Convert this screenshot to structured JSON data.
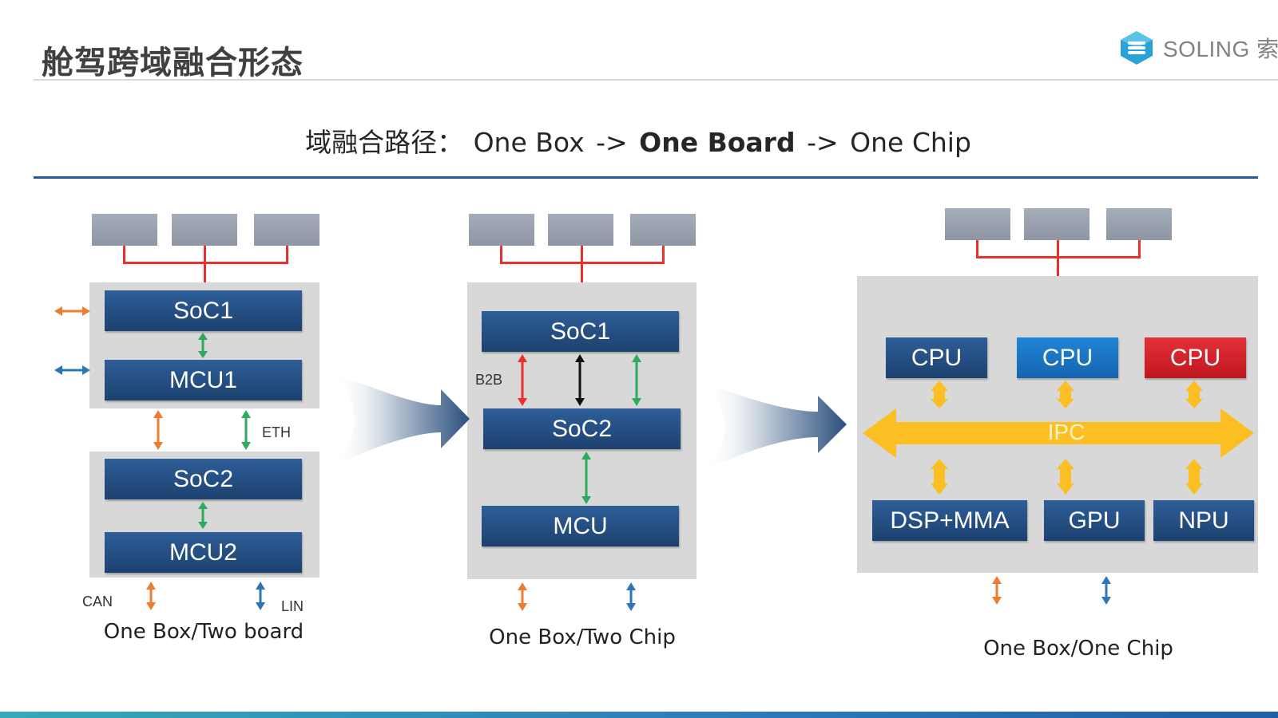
{
  "header": {
    "title": "舱驾跨域融合形态",
    "logo_text": "SOLING 索"
  },
  "subtitle": {
    "prefix": "域融合路径：",
    "step1": "One Box",
    "sep1": "->",
    "step2": "One Board",
    "sep2": "->",
    "step3": "One Chip"
  },
  "panel_a": {
    "chips": [
      "SoC1",
      "MCU1",
      "SoC2",
      "MCU2"
    ],
    "labels": {
      "eth": "ETH",
      "can": "CAN",
      "lin": "LIN"
    },
    "caption": "One Box/Two board"
  },
  "panel_b": {
    "chips": [
      "SoC1",
      "SoC2",
      "MCU"
    ],
    "labels": {
      "b2b": "B2B"
    },
    "caption": "One Box/Two Chip"
  },
  "panel_c": {
    "cpus": [
      "CPU",
      "CPU",
      "CPU"
    ],
    "bus": "IPC",
    "units": [
      "DSP+MMA",
      "GPU",
      "NPU"
    ],
    "caption": "One Box/One Chip"
  },
  "colors": {
    "chip_navy": "#234d82",
    "chip_blue": "#1a74c6",
    "chip_red": "#d42029",
    "wire_red": "#e8302d",
    "ipc_yellow": "#fbbf24",
    "arrow_orange": "#ed7d31",
    "arrow_blue": "#2e75b6",
    "arrow_green": "#2eaa5c",
    "rule_blue": "#2e5597"
  }
}
